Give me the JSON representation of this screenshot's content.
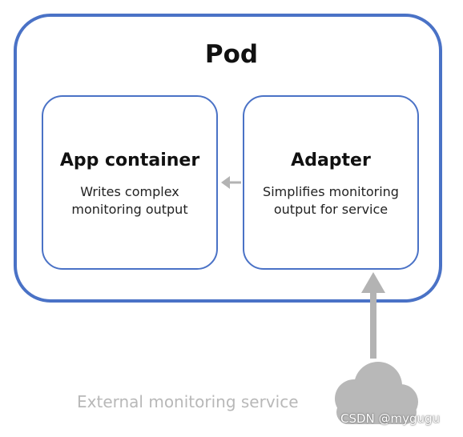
{
  "pod": {
    "title": "Pod",
    "border_color": "#4a72c6"
  },
  "app_container": {
    "title": "App container",
    "description_lines": [
      "Writes complex",
      "monitoring output"
    ]
  },
  "adapter": {
    "title": "Adapter",
    "description_lines": [
      "Simplifies monitoring",
      "output for service"
    ]
  },
  "external": {
    "label": "External monitoring service",
    "color": "#b8b8b8",
    "icon": "cloud-icon"
  },
  "watermark": "CSDN @mygugu",
  "arrow_color": "#b3b3b3"
}
